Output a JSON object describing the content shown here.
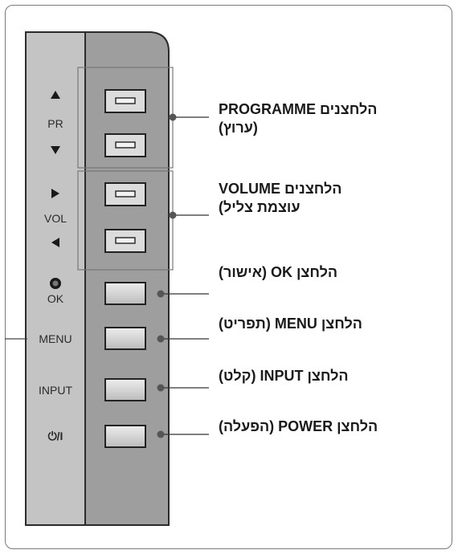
{
  "side_labels": {
    "pr": "PR",
    "vol": "VOL",
    "ok": "OK",
    "menu": "MENU",
    "input": "INPUT",
    "power": "⏻/I"
  },
  "icons": {
    "pr_up": "triangle-up",
    "pr_down": "triangle-down",
    "vol_right": "triangle-right",
    "vol_left": "triangle-left",
    "ok": "filled-circle",
    "power": "power-symbol"
  },
  "callouts": {
    "programme": {
      "line1": "הלחצנים PROGRAMME",
      "line2": "(ערוץ)"
    },
    "volume": {
      "line1": "הלחצנים VOLUME",
      "line2": "עוצמת צליל)"
    },
    "ok": {
      "line1": "הלחצן OK (אישור)"
    },
    "menu": {
      "line1": "הלחצן MENU (תפריט)"
    },
    "input": {
      "line1": "הלחצן INPUT (קלט)"
    },
    "power": {
      "line1": "הלחצן POWER (הפעלה)"
    }
  },
  "colors": {
    "panel_light": "#bdbdbd",
    "panel_dark": "#9a9a9a",
    "button_fill": "#d9d9d9",
    "outline": "#2b2b2b"
  }
}
